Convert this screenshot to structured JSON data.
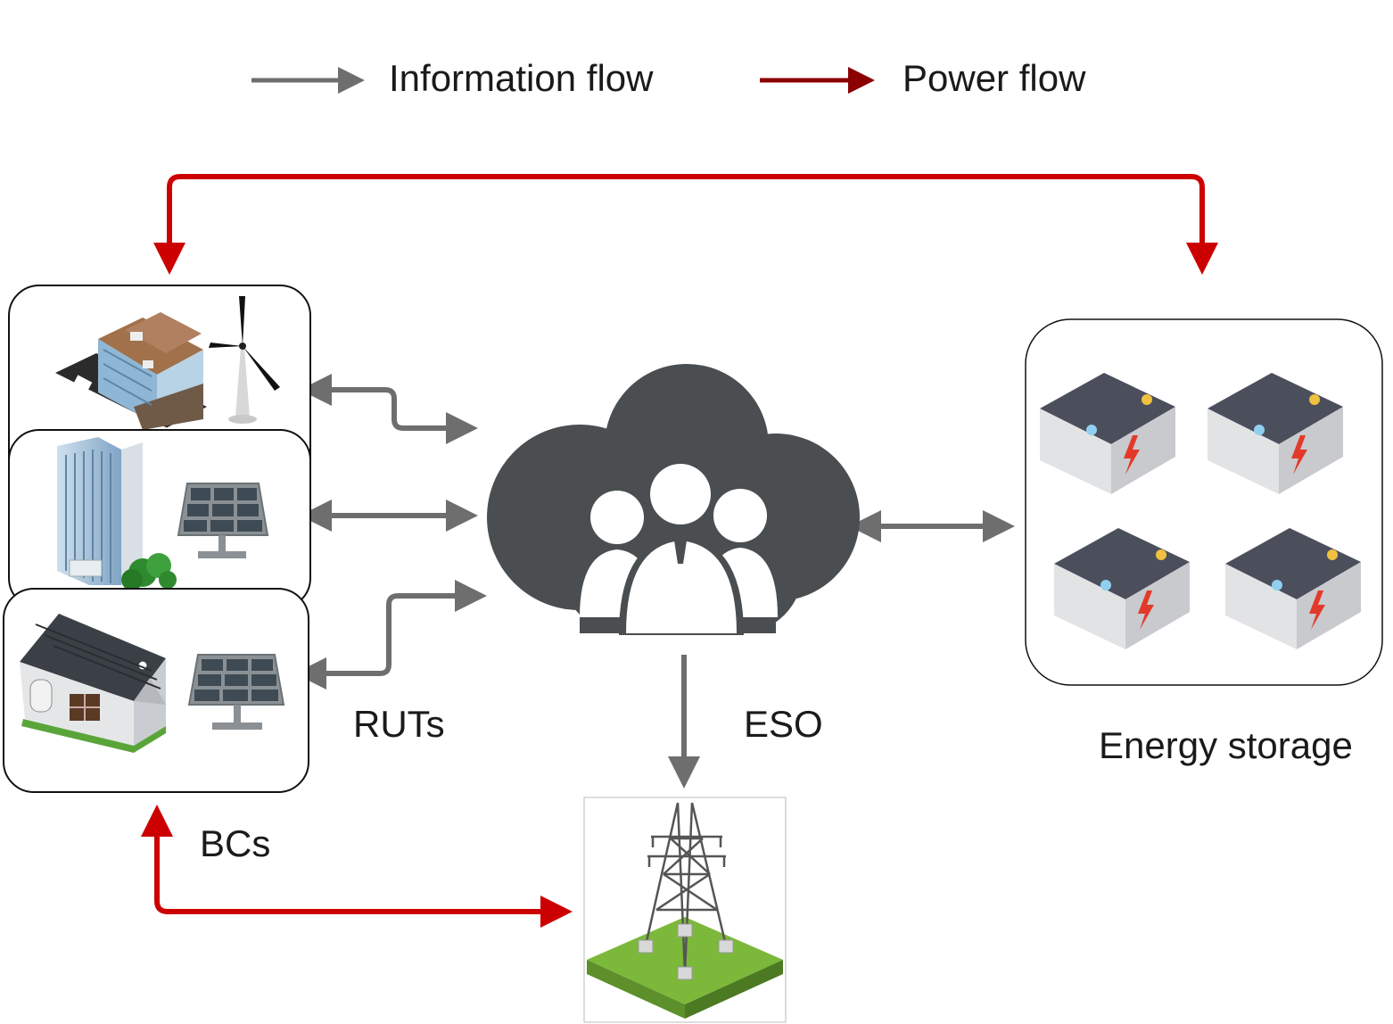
{
  "legend": {
    "information_flow": "Information flow",
    "power_flow": "Power flow"
  },
  "labels": {
    "ruts": "RUTs",
    "eso": "ESO",
    "bcs": "BCs",
    "energy_storage": "Energy storage"
  },
  "colors": {
    "information_arrow": "#6e6e6e",
    "power_arrow": "#cc0000",
    "power_arrow_dark": "#8b0000",
    "cloud": "#4a4e50",
    "grass": "#7cb83a"
  },
  "icons": {
    "prosumers": [
      "commercial-building-icon",
      "wind-turbine-icon",
      "office-tower-icon",
      "solar-panel-icon",
      "house-icon",
      "solar-panel-icon"
    ],
    "operator": "cloud-people-icon",
    "storage": [
      "battery-icon",
      "battery-icon",
      "battery-icon",
      "battery-icon"
    ],
    "grid": "transmission-tower-icon"
  }
}
